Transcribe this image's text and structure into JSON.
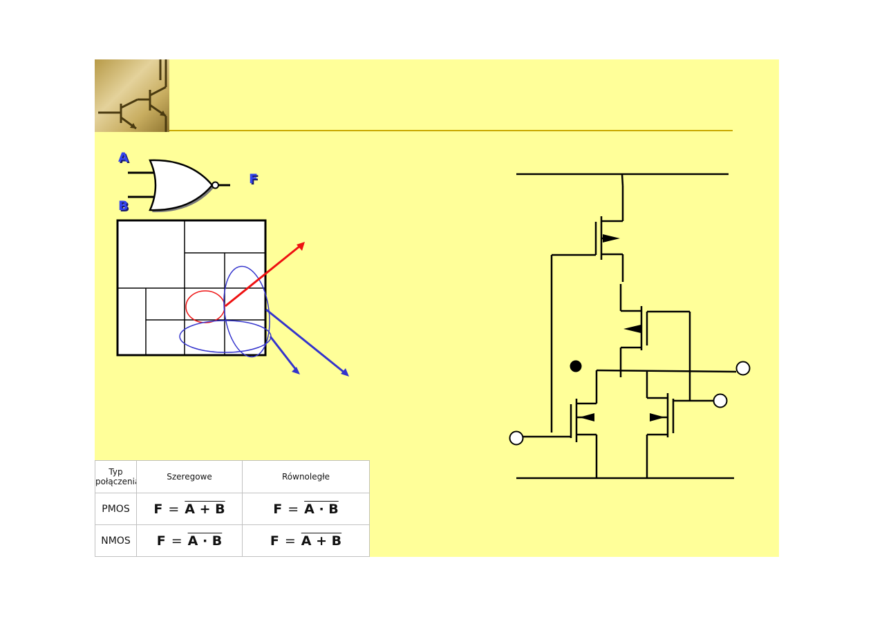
{
  "gate": {
    "input_a": "A",
    "input_b": "B",
    "output": "F"
  },
  "table": {
    "headers": [
      "Typ połączenia",
      "Szeregowe",
      "Równoległe"
    ],
    "rows": [
      {
        "type": "PMOS",
        "series": {
          "lhs": "F",
          "eq": "=",
          "rhs": "A + B"
        },
        "parallel": {
          "lhs": "F",
          "eq": "=",
          "rhs": "A · B"
        }
      },
      {
        "type": "NMOS",
        "series": {
          "lhs": "F",
          "eq": "=",
          "rhs": "A · B"
        },
        "parallel": {
          "lhs": "F",
          "eq": "=",
          "rhs": "A + B"
        }
      }
    ]
  },
  "colors": {
    "slide_background": "#ffff99",
    "header_rule": "#c8a800",
    "label_blue": "#3344ee",
    "arrow_red": "#ee1111",
    "arrow_blue": "#3333cc",
    "stroke": "#000000"
  },
  "icons": {
    "logo": "transistor-logo-icon",
    "gate": "nor-gate-icon"
  }
}
